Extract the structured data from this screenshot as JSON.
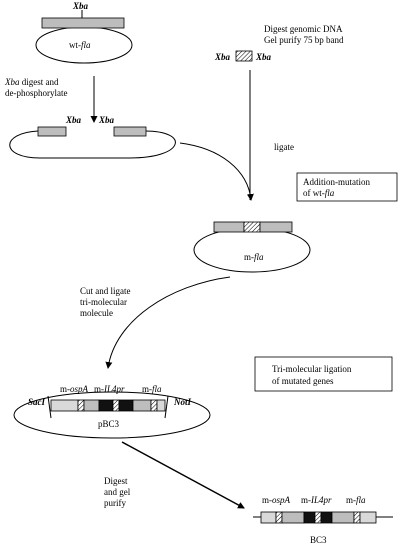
{
  "step1": {
    "site_label": "Xba",
    "plasmid_prefix": "wt-",
    "plasmid_gene": "fla"
  },
  "step1b": {
    "line1_italic": "Xba",
    "line1_rest": " digest and",
    "line2": "de-phosphorylate",
    "site_left": "Xba",
    "site_right": "Xba"
  },
  "genomic": {
    "line1": "Digest genomic DNA",
    "line2": "Gel purify 75 bp band",
    "site_left": "Xba",
    "site_right": "Xba"
  },
  "ligate_label": "ligate",
  "addition_box": {
    "line1": "Addition-mutation",
    "line2_prefix": "of wt-",
    "line2_gene": "fla"
  },
  "mfla": {
    "prefix": "m-",
    "gene": "fla"
  },
  "cut": {
    "line1": "Cut and ligate",
    "line2": "tri-molecular",
    "line3": "molecule"
  },
  "tri_box": {
    "line1": "Tri-molecular ligation",
    "line2": "of mutated genes"
  },
  "pbc3": {
    "name": "pBC3",
    "site_left": "SacI",
    "site_right": "NotI",
    "gene1_prefix": "m-",
    "gene1": "ospA",
    "gene2_prefix": "m-",
    "gene2": "IL4pr",
    "gene3_prefix": "m-",
    "gene3": "fla"
  },
  "digest": {
    "line1": "Digest",
    "line2": "and gel",
    "line3": "purify"
  },
  "bc3": {
    "name": "BC3",
    "gene1_prefix": "m-",
    "gene1": "ospA",
    "gene2_prefix": "m-",
    "gene2": "IL4pr",
    "gene3_prefix": "m-",
    "gene3": "fla"
  }
}
